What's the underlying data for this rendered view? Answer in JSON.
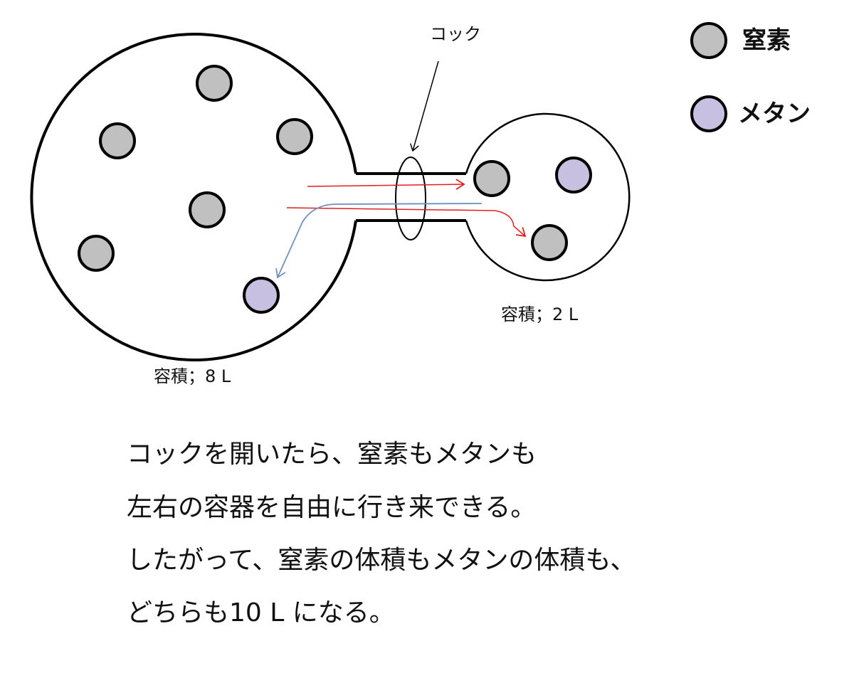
{
  "labels": {
    "cock": "コック",
    "left_volume": "容積；8 L",
    "right_volume": "容積；2 L"
  },
  "legend": [
    {
      "name": "窒素",
      "color": "#c0c0c0"
    },
    {
      "name": "メタン",
      "color": "#c8c0e0"
    }
  ],
  "colors": {
    "outline": "#000000",
    "nitrogen": "#c0c0c0",
    "methane": "#c8c0e0",
    "arrow_red": "#e02020",
    "arrow_blue": "#7090c0"
  },
  "explanation": [
    "コックを開いたら、窒素もメタンも",
    "左右の容器を自由に行き来できる。",
    "したがって、窒素の体積もメタンの体積も、",
    "どちらも10 L になる。"
  ]
}
